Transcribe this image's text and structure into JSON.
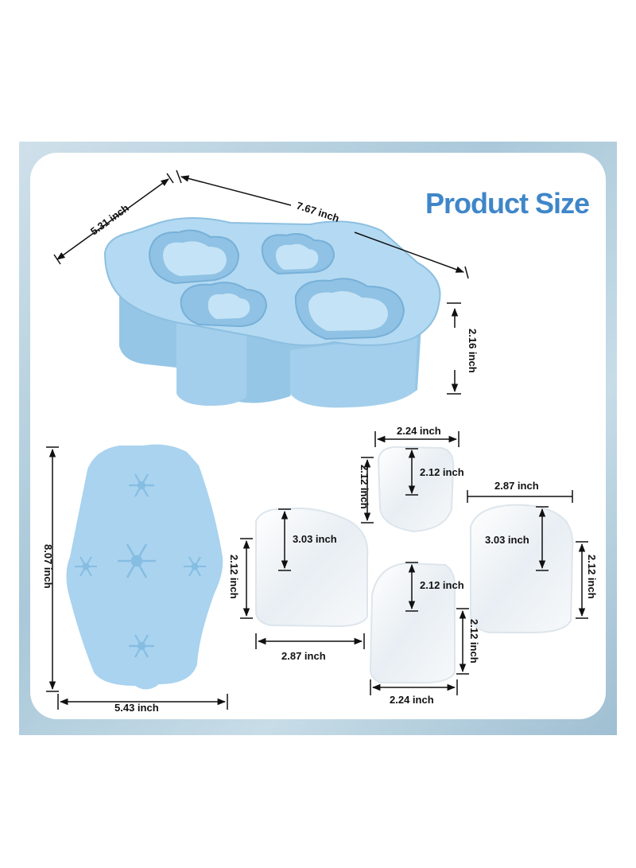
{
  "title": "Product Size",
  "colors": {
    "accent": "#3f86c9",
    "tray": "#a9d3ef",
    "tray_dark": "#7fb7dd",
    "ice": "#eef3f7"
  },
  "icons": [
    "snowflake-icon"
  ],
  "dimensions": {
    "tray_width": "5.31 inch",
    "tray_length": "7.67 inch",
    "tray_height": "2.16 inch",
    "lid_height": "8.07 inch",
    "lid_width": "5.43 inch",
    "small_ice_top_width": "2.24 inch",
    "small_ice_top_inner": "2.12 inch",
    "small_ice_top_height": "2.12 inch",
    "large_ice_right_width": "2.87 inch",
    "large_ice_right_inner": "3.03 inch",
    "large_ice_right_height": "2.12 inch",
    "large_ice_left_inner": "3.03 inch",
    "large_ice_left_height": "2.12 inch",
    "large_ice_left_width": "2.87 inch",
    "small_ice_bottom_inner": "2.12 inch",
    "small_ice_bottom_height": "2.12 inch",
    "small_ice_bottom_width": "2.24 inch"
  }
}
